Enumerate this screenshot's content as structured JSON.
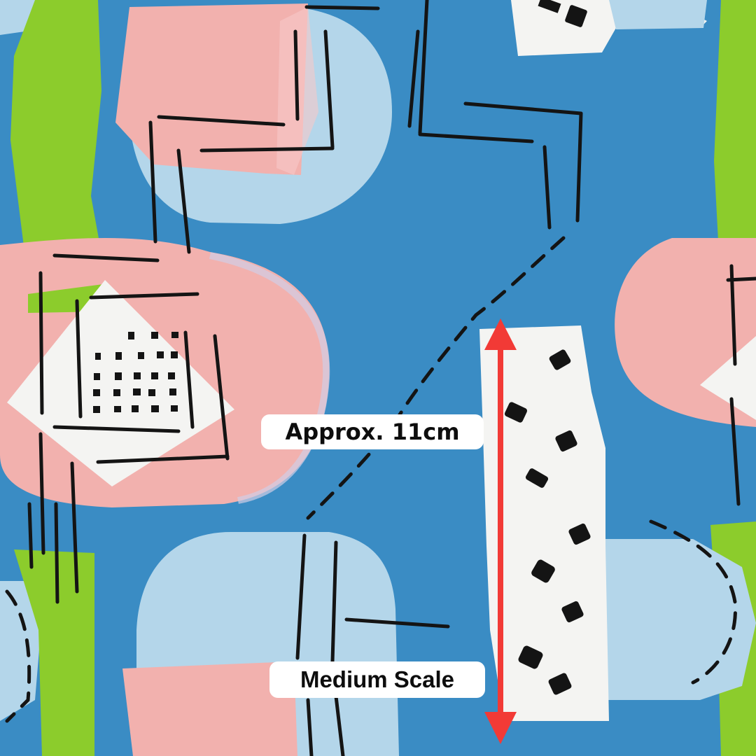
{
  "image": {
    "subject": "Fabric swatch with abstract mid-century pattern",
    "colors": {
      "background_blue": "#3a8cc4",
      "light_blue": "#b4d6ea",
      "pink": "#f2b1ae",
      "lime_green": "#8ccc2c",
      "white": "#f4f4f2",
      "ink_black": "#141414",
      "arrow_red": "#f23a36"
    }
  },
  "annotations": {
    "dimension_label": "Approx. 11cm",
    "scale_label": "Medium Scale",
    "arrow": "double-headed-vertical-arrow"
  }
}
